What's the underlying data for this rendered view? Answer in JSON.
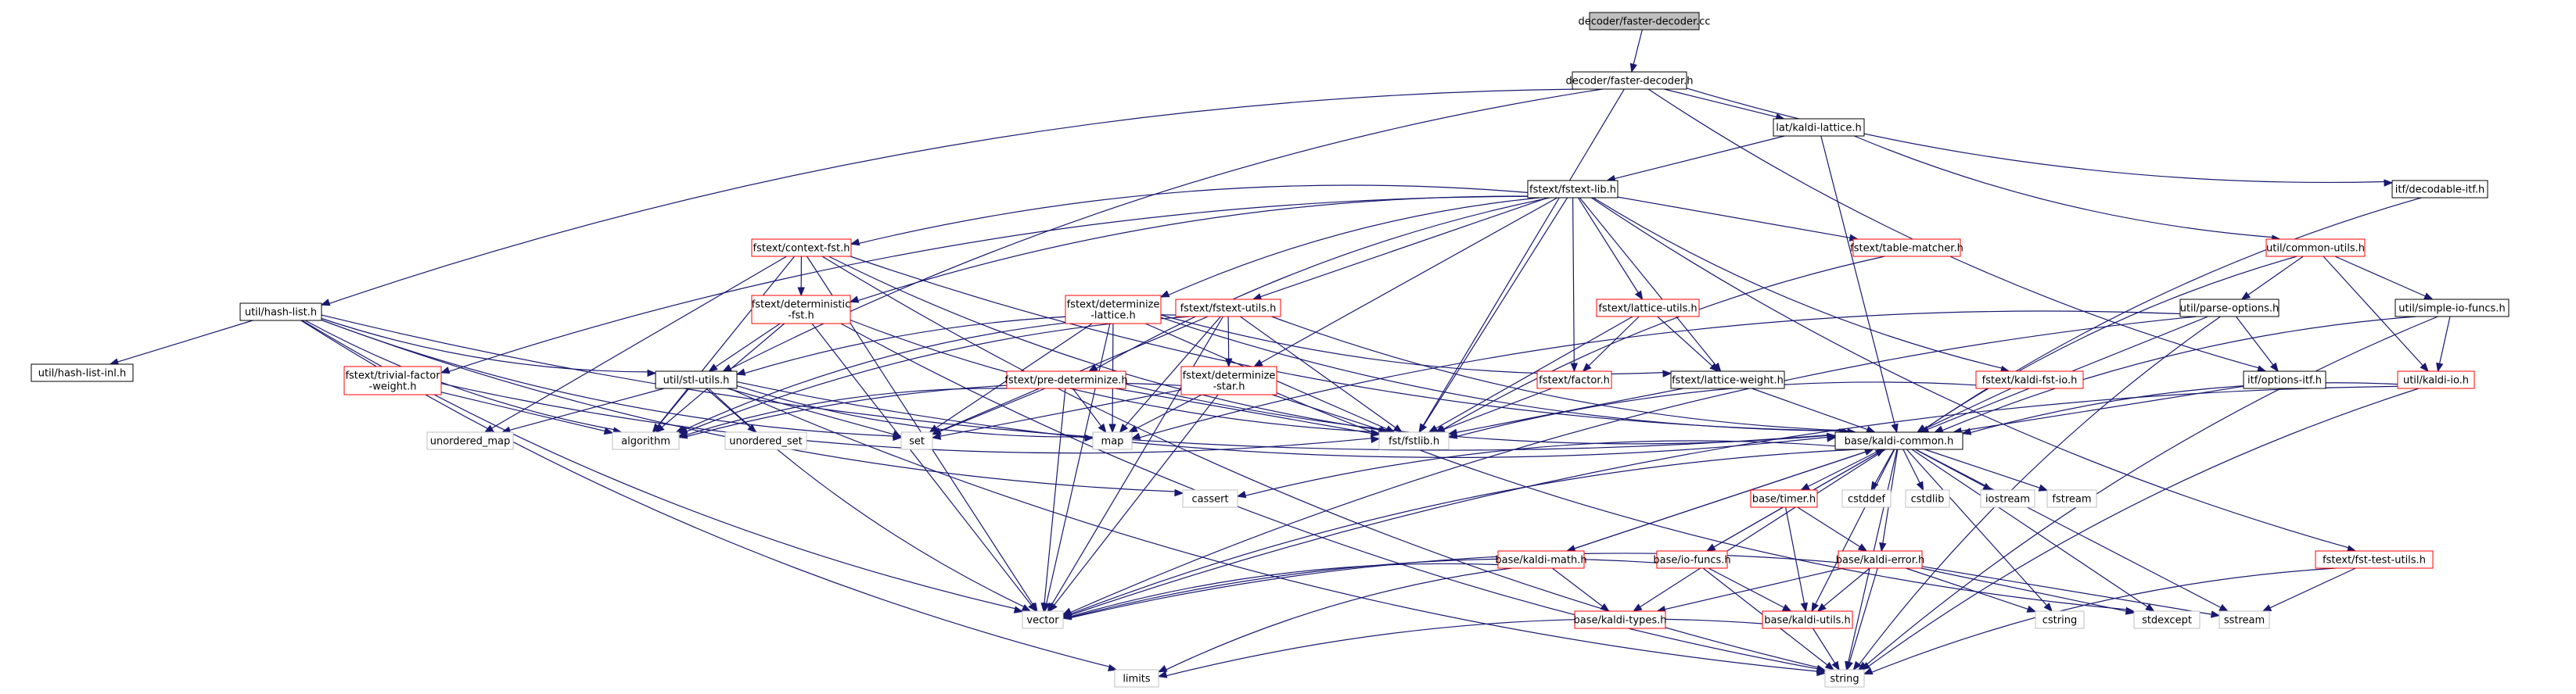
{
  "colors": {
    "background": "#ffffff",
    "edge": "#191970",
    "node_fill": "#ffffff",
    "root_fill": "#bfbfbf",
    "border_default": "#000000",
    "border_incomplete": "#ff0000",
    "border_system": "#bfbfbf",
    "text": "#000000"
  },
  "nodes": [
    {
      "id": "root",
      "lines": [
        "decoder/faster-decoder.cc"
      ],
      "kind": "root"
    },
    {
      "id": "faster_decoder_h",
      "lines": [
        "decoder/faster-decoder.h"
      ],
      "kind": "default"
    },
    {
      "id": "kaldi_lattice",
      "lines": [
        "lat/kaldi-lattice.h"
      ],
      "kind": "default"
    },
    {
      "id": "decodable_itf",
      "lines": [
        "itf/decodable-itf.h"
      ],
      "kind": "default"
    },
    {
      "id": "fstext_lib",
      "lines": [
        "fstext/fstext-lib.h"
      ],
      "kind": "default"
    },
    {
      "id": "context_fst",
      "lines": [
        "fstext/context-fst.h"
      ],
      "kind": "incomplete"
    },
    {
      "id": "deterministic_fst",
      "lines": [
        "fstext/deterministic",
        "-fst.h"
      ],
      "kind": "incomplete"
    },
    {
      "id": "determinize_lattice",
      "lines": [
        "fstext/determinize",
        "-lattice.h"
      ],
      "kind": "incomplete"
    },
    {
      "id": "fstext_utils",
      "lines": [
        "fstext/fstext-utils.h"
      ],
      "kind": "incomplete"
    },
    {
      "id": "lattice_utils",
      "lines": [
        "fstext/lattice-utils.h"
      ],
      "kind": "incomplete"
    },
    {
      "id": "table_matcher",
      "lines": [
        "fstext/table-matcher.h"
      ],
      "kind": "incomplete"
    },
    {
      "id": "common_utils",
      "lines": [
        "util/common-utils.h"
      ],
      "kind": "incomplete"
    },
    {
      "id": "hash_list",
      "lines": [
        "util/hash-list.h"
      ],
      "kind": "default"
    },
    {
      "id": "hash_list_inl",
      "lines": [
        "util/hash-list-inl.h"
      ],
      "kind": "default"
    },
    {
      "id": "trivial_factor",
      "lines": [
        "fstext/trivial-factor",
        "-weight.h"
      ],
      "kind": "incomplete"
    },
    {
      "id": "stl_utils",
      "lines": [
        "util/stl-utils.h"
      ],
      "kind": "default"
    },
    {
      "id": "pre_determinize",
      "lines": [
        "fstext/pre-determinize.h"
      ],
      "kind": "incomplete"
    },
    {
      "id": "determinize_star",
      "lines": [
        "fstext/determinize",
        "-star.h"
      ],
      "kind": "incomplete"
    },
    {
      "id": "factor",
      "lines": [
        "fstext/factor.h"
      ],
      "kind": "incomplete"
    },
    {
      "id": "lattice_weight",
      "lines": [
        "fstext/lattice-weight.h"
      ],
      "kind": "default"
    },
    {
      "id": "kaldi_fst_io",
      "lines": [
        "fstext/kaldi-fst-io.h"
      ],
      "kind": "incomplete"
    },
    {
      "id": "parse_options",
      "lines": [
        "util/parse-options.h"
      ],
      "kind": "default"
    },
    {
      "id": "simple_io_funcs",
      "lines": [
        "util/simple-io-funcs.h"
      ],
      "kind": "default"
    },
    {
      "id": "options_itf",
      "lines": [
        "itf/options-itf.h"
      ],
      "kind": "default"
    },
    {
      "id": "kaldi_io",
      "lines": [
        "util/kaldi-io.h"
      ],
      "kind": "incomplete"
    },
    {
      "id": "unordered_map",
      "lines": [
        "unordered_map"
      ],
      "kind": "system"
    },
    {
      "id": "algorithm",
      "lines": [
        "algorithm"
      ],
      "kind": "system"
    },
    {
      "id": "unordered_set",
      "lines": [
        "unordered_set"
      ],
      "kind": "system"
    },
    {
      "id": "set",
      "lines": [
        "set"
      ],
      "kind": "system"
    },
    {
      "id": "map",
      "lines": [
        "map"
      ],
      "kind": "system"
    },
    {
      "id": "fstlib",
      "lines": [
        "fst/fstlib.h"
      ],
      "kind": "system"
    },
    {
      "id": "kaldi_common",
      "lines": [
        "base/kaldi-common.h"
      ],
      "kind": "default"
    },
    {
      "id": "cassert",
      "lines": [
        "cassert"
      ],
      "kind": "system"
    },
    {
      "id": "cstddef",
      "lines": [
        "cstddef"
      ],
      "kind": "system"
    },
    {
      "id": "cstdlib",
      "lines": [
        "cstdlib"
      ],
      "kind": "system"
    },
    {
      "id": "iostream",
      "lines": [
        "iostream"
      ],
      "kind": "system"
    },
    {
      "id": "fstream",
      "lines": [
        "fstream"
      ],
      "kind": "system"
    },
    {
      "id": "timer",
      "lines": [
        "base/timer.h"
      ],
      "kind": "incomplete"
    },
    {
      "id": "kaldi_math",
      "lines": [
        "base/kaldi-math.h"
      ],
      "kind": "incomplete"
    },
    {
      "id": "io_funcs",
      "lines": [
        "base/io-funcs.h"
      ],
      "kind": "incomplete"
    },
    {
      "id": "kaldi_error",
      "lines": [
        "base/kaldi-error.h"
      ],
      "kind": "incomplete"
    },
    {
      "id": "fst_test_utils",
      "lines": [
        "fstext/fst-test-utils.h"
      ],
      "kind": "incomplete"
    },
    {
      "id": "vector",
      "lines": [
        "vector"
      ],
      "kind": "system"
    },
    {
      "id": "kaldi_types",
      "lines": [
        "base/kaldi-types.h"
      ],
      "kind": "incomplete"
    },
    {
      "id": "kaldi_utils",
      "lines": [
        "base/kaldi-utils.h"
      ],
      "kind": "incomplete"
    },
    {
      "id": "cstring",
      "lines": [
        "cstring"
      ],
      "kind": "system"
    },
    {
      "id": "stdexcept",
      "lines": [
        "stdexcept"
      ],
      "kind": "system"
    },
    {
      "id": "sstream",
      "lines": [
        "sstream"
      ],
      "kind": "system"
    },
    {
      "id": "limits",
      "lines": [
        "limits"
      ],
      "kind": "system"
    },
    {
      "id": "string",
      "lines": [
        "string"
      ],
      "kind": "system"
    }
  ],
  "edges": [
    [
      "root",
      "faster_decoder_h"
    ],
    [
      "faster_decoder_h",
      "kaldi_lattice"
    ],
    [
      "faster_decoder_h",
      "decodable_itf"
    ],
    [
      "faster_decoder_h",
      "hash_list"
    ],
    [
      "faster_decoder_h",
      "fstlib"
    ],
    [
      "faster_decoder_h",
      "stl_utils"
    ],
    [
      "faster_decoder_h",
      "options_itf"
    ],
    [
      "kaldi_lattice",
      "fstext_lib"
    ],
    [
      "kaldi_lattice",
      "kaldi_common"
    ],
    [
      "kaldi_lattice",
      "common_utils"
    ],
    [
      "decodable_itf",
      "kaldi_common"
    ],
    [
      "fstext_lib",
      "fstlib"
    ],
    [
      "fstext_lib",
      "context_fst"
    ],
    [
      "fstext_lib",
      "deterministic_fst"
    ],
    [
      "fstext_lib",
      "determinize_lattice"
    ],
    [
      "fstext_lib",
      "fstext_utils"
    ],
    [
      "fstext_lib",
      "lattice_utils"
    ],
    [
      "fstext_lib",
      "table_matcher"
    ],
    [
      "fstext_lib",
      "kaldi_fst_io"
    ],
    [
      "fstext_lib",
      "determinize_star"
    ],
    [
      "fstext_lib",
      "pre_determinize"
    ],
    [
      "fstext_lib",
      "trivial_factor"
    ],
    [
      "fstext_lib",
      "factor"
    ],
    [
      "fstext_lib",
      "lattice_weight"
    ],
    [
      "fstext_lib",
      "fst_test_utils"
    ],
    [
      "context_fst",
      "unordered_map"
    ],
    [
      "context_fst",
      "algorithm"
    ],
    [
      "context_fst",
      "string"
    ],
    [
      "context_fst",
      "vector"
    ],
    [
      "context_fst",
      "fstlib"
    ],
    [
      "context_fst",
      "kaldi_common"
    ],
    [
      "context_fst",
      "deterministic_fst"
    ],
    [
      "deterministic_fst",
      "algorithm"
    ],
    [
      "deterministic_fst",
      "string"
    ],
    [
      "deterministic_fst",
      "vector"
    ],
    [
      "deterministic_fst",
      "fstlib"
    ],
    [
      "deterministic_fst",
      "stl_utils"
    ],
    [
      "determinize_lattice",
      "fstlib"
    ],
    [
      "determinize_lattice",
      "algorithm"
    ],
    [
      "determinize_lattice",
      "map"
    ],
    [
      "determinize_lattice",
      "set"
    ],
    [
      "determinize_lattice",
      "vector"
    ],
    [
      "determinize_lattice",
      "lattice_weight"
    ],
    [
      "determinize_lattice",
      "kaldi_common"
    ],
    [
      "fstext_utils",
      "algorithm"
    ],
    [
      "fstext_utils",
      "map"
    ],
    [
      "fstext_utils",
      "set"
    ],
    [
      "fstext_utils",
      "vector"
    ],
    [
      "fstext_utils",
      "fstlib"
    ],
    [
      "fstext_utils",
      "kaldi_common"
    ],
    [
      "fstext_utils",
      "determinize_star"
    ],
    [
      "fstext_utils",
      "stl_utils"
    ],
    [
      "lattice_utils",
      "fstlib"
    ],
    [
      "lattice_utils",
      "lattice_weight"
    ],
    [
      "lattice_utils",
      "factor"
    ],
    [
      "table_matcher",
      "fstlib"
    ],
    [
      "kaldi_fst_io",
      "fstlib"
    ],
    [
      "kaldi_fst_io",
      "kaldi_common"
    ],
    [
      "hash_list",
      "vector"
    ],
    [
      "hash_list",
      "set"
    ],
    [
      "hash_list",
      "algorithm"
    ],
    [
      "hash_list",
      "limits"
    ],
    [
      "hash_list",
      "cassert"
    ],
    [
      "hash_list",
      "kaldi_common"
    ],
    [
      "hash_list",
      "hash_list_inl"
    ],
    [
      "hash_list",
      "stl_utils"
    ],
    [
      "trivial_factor",
      "algorithm"
    ],
    [
      "trivial_factor",
      "fstlib"
    ],
    [
      "stl_utils",
      "unordered_map"
    ],
    [
      "stl_utils",
      "unordered_set"
    ],
    [
      "stl_utils",
      "algorithm"
    ],
    [
      "stl_utils",
      "map"
    ],
    [
      "stl_utils",
      "set"
    ],
    [
      "stl_utils",
      "string"
    ],
    [
      "stl_utils",
      "vector"
    ],
    [
      "stl_utils",
      "kaldi_common"
    ],
    [
      "pre_determinize",
      "fstlib"
    ],
    [
      "pre_determinize",
      "algorithm"
    ],
    [
      "pre_determinize",
      "map"
    ],
    [
      "pre_determinize",
      "set"
    ],
    [
      "pre_determinize",
      "vector"
    ],
    [
      "pre_determinize",
      "kaldi_common"
    ],
    [
      "determinize_star",
      "fstlib"
    ],
    [
      "determinize_star",
      "algorithm"
    ],
    [
      "determinize_star",
      "map"
    ],
    [
      "determinize_star",
      "set"
    ],
    [
      "determinize_star",
      "vector"
    ],
    [
      "determinize_star",
      "stdexcept"
    ],
    [
      "factor",
      "fstlib"
    ],
    [
      "lattice_weight",
      "fstlib"
    ],
    [
      "lattice_weight",
      "kaldi_common"
    ],
    [
      "common_utils",
      "kaldi_common"
    ],
    [
      "common_utils",
      "parse_options"
    ],
    [
      "common_utils",
      "simple_io_funcs"
    ],
    [
      "common_utils",
      "kaldi_io"
    ],
    [
      "parse_options",
      "map"
    ],
    [
      "parse_options",
      "vector"
    ],
    [
      "parse_options",
      "string"
    ],
    [
      "parse_options",
      "kaldi_common"
    ],
    [
      "parse_options",
      "options_itf"
    ],
    [
      "simple_io_funcs",
      "string"
    ],
    [
      "simple_io_funcs",
      "kaldi_io"
    ],
    [
      "simple_io_funcs",
      "kaldi_common"
    ],
    [
      "options_itf",
      "kaldi_common"
    ],
    [
      "kaldi_io",
      "cctype"
    ],
    [
      "kaldi_io",
      "string"
    ],
    [
      "kaldi_io",
      "vector"
    ],
    [
      "kaldi_io",
      "kaldi_common"
    ],
    [
      "kaldi_common",
      "string"
    ],
    [
      "kaldi_common",
      "cstring"
    ],
    [
      "kaldi_common",
      "cassert"
    ],
    [
      "kaldi_common",
      "vector"
    ],
    [
      "kaldi_common",
      "cstddef"
    ],
    [
      "kaldi_common",
      "cstdlib"
    ],
    [
      "kaldi_common",
      "iostream"
    ],
    [
      "kaldi_common",
      "fstream"
    ],
    [
      "kaldi_common",
      "stdexcept"
    ],
    [
      "kaldi_common",
      "sstream"
    ],
    [
      "kaldi_common",
      "kaldi_utils"
    ],
    [
      "kaldi_common",
      "kaldi_error"
    ],
    [
      "kaldi_common",
      "kaldi_types"
    ],
    [
      "kaldi_common",
      "io_funcs"
    ],
    [
      "kaldi_common",
      "kaldi_math"
    ],
    [
      "kaldi_common",
      "timer"
    ],
    [
      "timer",
      "kaldi_utils"
    ],
    [
      "timer",
      "kaldi_error"
    ],
    [
      "kaldi_math",
      "kaldi_types"
    ],
    [
      "kaldi_math",
      "kaldi_common"
    ],
    [
      "kaldi_math",
      "limits"
    ],
    [
      "kaldi_math",
      "vector"
    ],
    [
      "io_funcs",
      "kaldi_utils"
    ],
    [
      "io_funcs",
      "kaldi_common"
    ],
    [
      "io_funcs",
      "string"
    ],
    [
      "io_funcs",
      "vector"
    ],
    [
      "kaldi_error",
      "kaldi_types"
    ],
    [
      "kaldi_error",
      "kaldi_utils"
    ],
    [
      "kaldi_error",
      "cstring"
    ],
    [
      "kaldi_error",
      "stdexcept"
    ],
    [
      "kaldi_error",
      "sstream"
    ],
    [
      "kaldi_error",
      "string"
    ],
    [
      "kaldi_error",
      "vector"
    ],
    [
      "kaldi_utils",
      "limits"
    ],
    [
      "kaldi_utils",
      "string"
    ],
    [
      "fst_test_utils",
      "sstream"
    ],
    [
      "fst_test_utils",
      "string"
    ]
  ]
}
